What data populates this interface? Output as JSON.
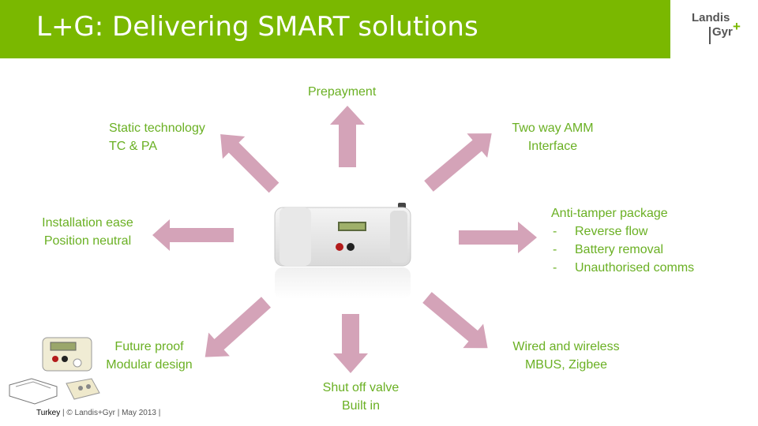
{
  "slide": {
    "title": "L+G: Delivering SMART solutions",
    "logo": {
      "line1": "Landis",
      "line2": "Gyr",
      "plus": "+"
    },
    "colors": {
      "green": "#7ab800",
      "text_green": "#6ab023",
      "arrow": "#d4a3b8"
    }
  },
  "labels": {
    "prepayment": "Prepayment",
    "static_1": "Static technology",
    "static_2": "TC & PA",
    "twoway_1": "Two way AMM",
    "twoway_2": "Interface",
    "install_1": "Installation ease",
    "install_2": "Position neutral",
    "tamper_title": "Anti-tamper package",
    "tamper_items": [
      "Reverse flow",
      "Battery removal",
      "Unauthorised comms"
    ],
    "future_1": "Future proof",
    "future_2": "Modular design",
    "shutoff_1": "Shut off valve",
    "shutoff_2": "Built in",
    "wired_1": "Wired and wireless",
    "wired_2": "MBUS, Zigbee"
  },
  "footer": {
    "country": "Turkey",
    "rest": " | © Landis+Gyr | May 2013 |"
  }
}
